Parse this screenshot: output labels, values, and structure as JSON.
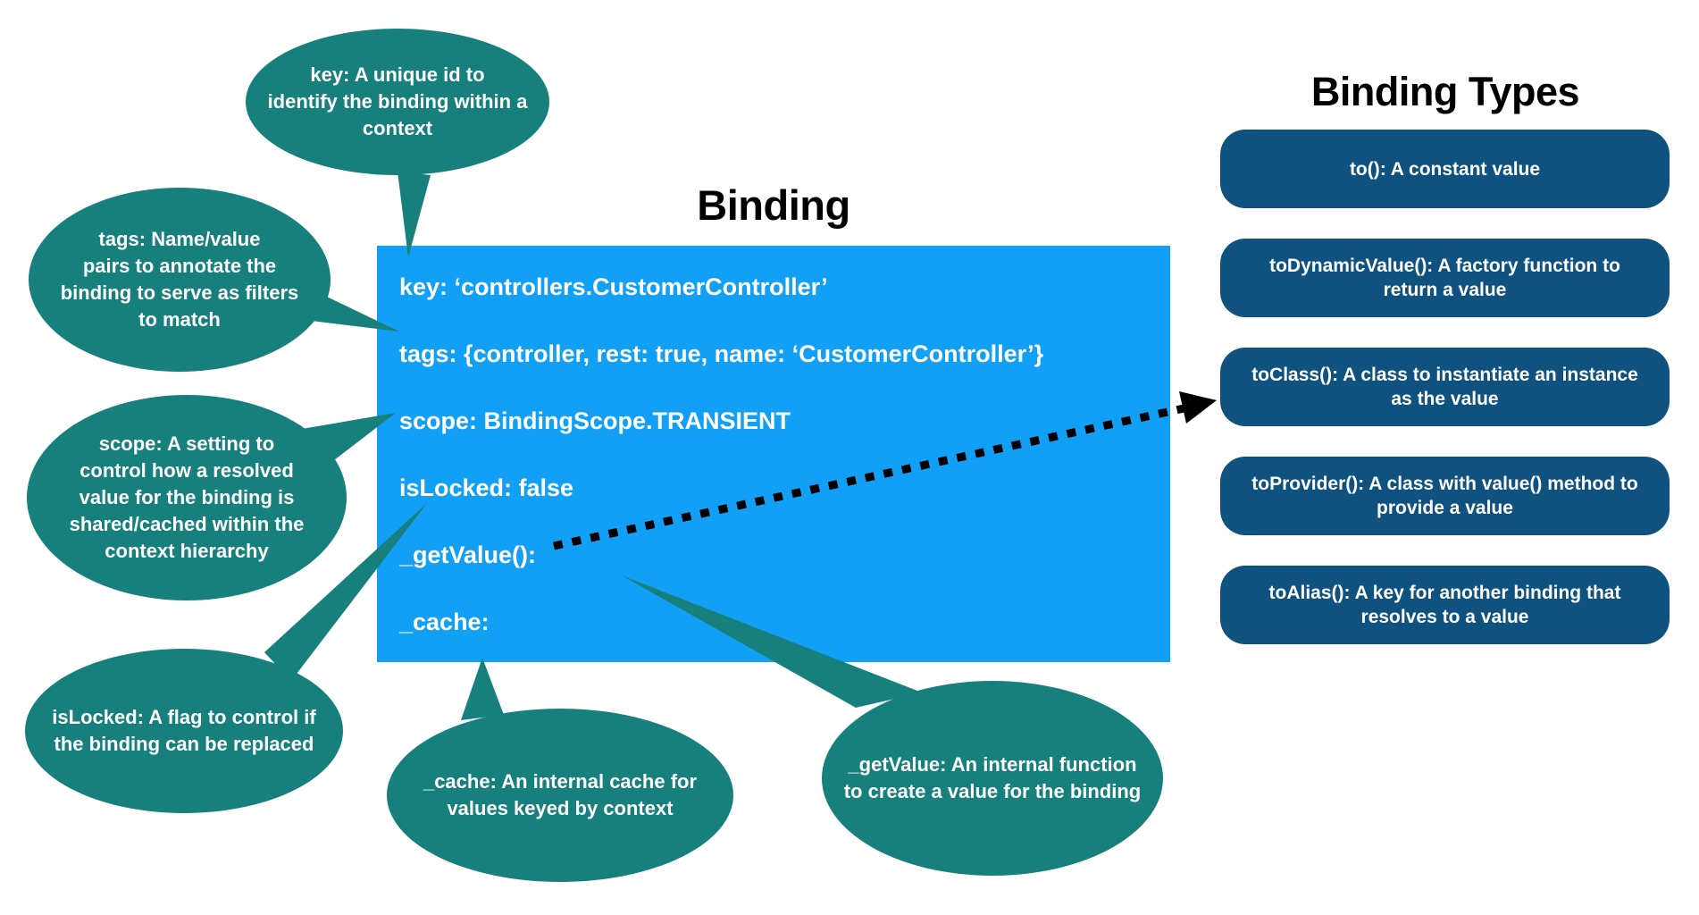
{
  "colors": {
    "teal": "#17807C",
    "azure": "#12A0F6",
    "navy": "#0F527F",
    "black": "#000000",
    "white": "#FFFFFF"
  },
  "binding": {
    "title": "Binding",
    "lines": [
      "key: ‘controllers.CustomerController’",
      "tags: {controller, rest: true, name: ‘CustomerController’}",
      "scope: BindingScope.TRANSIENT",
      "isLocked: false",
      "_getValue():",
      "_cache:"
    ]
  },
  "callouts": {
    "key": {
      "lines": [
        "key: A unique id to",
        "identify the binding within a",
        "context"
      ]
    },
    "tags": {
      "lines": [
        "tags: Name/value",
        "pairs to annotate the",
        "binding to serve as filters",
        "to match"
      ]
    },
    "scope": {
      "lines": [
        "scope: A setting to",
        "control how a resolved",
        "value for the binding is",
        "shared/cached within the",
        "context hierarchy"
      ]
    },
    "isLocked": {
      "lines": [
        "isLocked: A flag to control if",
        "the binding can be replaced"
      ]
    },
    "cache": {
      "lines": [
        "_cache: An internal cache for",
        "values keyed by context"
      ]
    },
    "getValue": {
      "lines": [
        "_getValue: An internal function",
        "to create a value for the binding"
      ]
    }
  },
  "bindingTypes": {
    "title": "Binding Types",
    "items": [
      {
        "lines": [
          "to(): A constant value"
        ]
      },
      {
        "lines": [
          "toDynamicValue(): A factory function to",
          "return a value"
        ]
      },
      {
        "lines": [
          "toClass(): A class to instantiate an instance",
          "as the value"
        ]
      },
      {
        "lines": [
          "toProvider(): A class with value() method to",
          "provide a value"
        ]
      },
      {
        "lines": [
          "toAlias(): A key for another binding that",
          "resolves to a value"
        ]
      }
    ]
  }
}
